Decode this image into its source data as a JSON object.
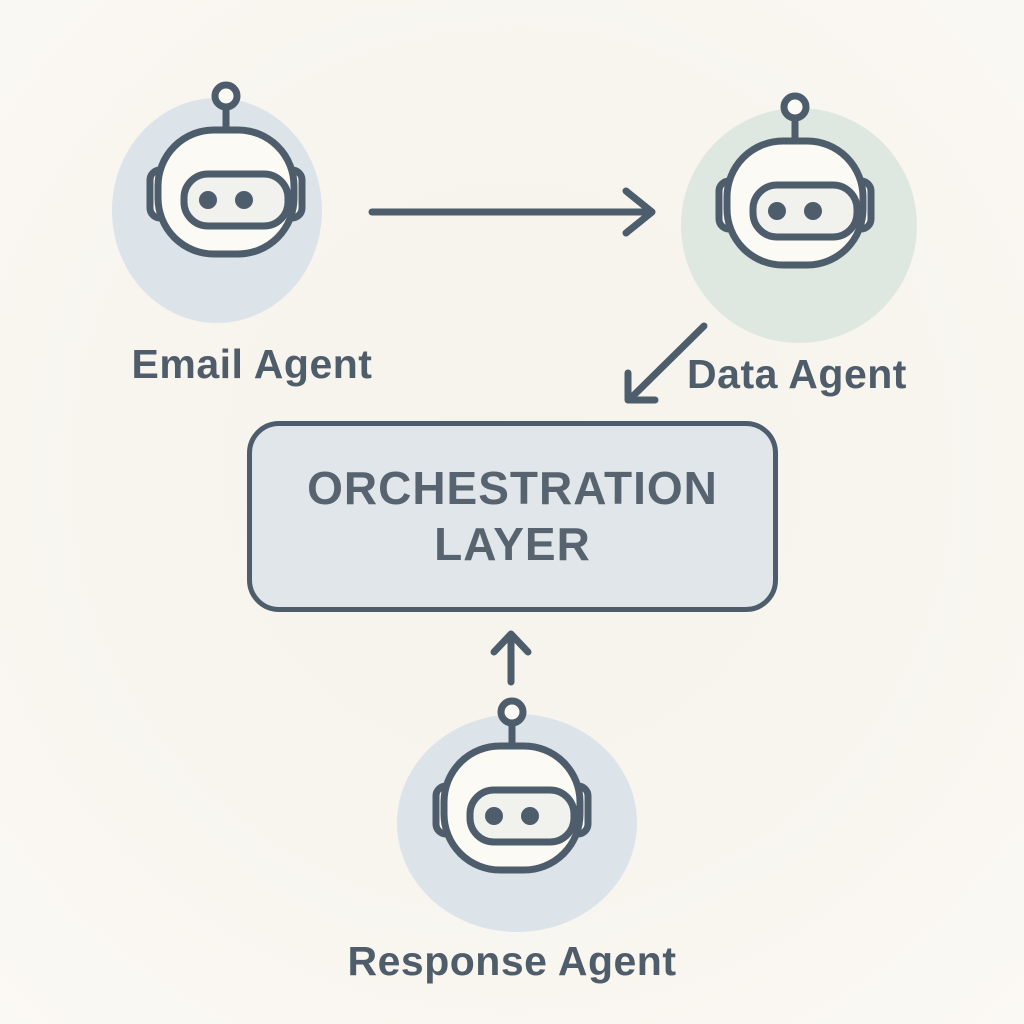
{
  "diagram": {
    "nodes": [
      {
        "id": "email-agent",
        "label": "Email Agent",
        "icon": "robot-icon",
        "circle_color": "#dce4ea"
      },
      {
        "id": "data-agent",
        "label": "Data Agent",
        "icon": "robot-icon",
        "circle_color": "#dfe8e0"
      },
      {
        "id": "response-agent",
        "label": "Response Agent",
        "icon": "robot-icon",
        "circle_color": "#dce4ea"
      }
    ],
    "hub": {
      "label": "ORCHESTRATION LAYER",
      "fill_color": "#e0e6ea",
      "border_color": "#4e5d6b"
    },
    "arrows": [
      {
        "from": "email-agent",
        "to": "data-agent",
        "direction": "right"
      },
      {
        "from": "data-agent",
        "to": "orchestration-layer",
        "direction": "down-left"
      },
      {
        "from": "response-agent",
        "to": "orchestration-layer",
        "direction": "up"
      }
    ],
    "colors": {
      "background": "#f8f5ef",
      "line": "#4e5d6b",
      "text": "#4f5d6b",
      "robot_face": "#fcfaf5",
      "robot_visor": "#f1f1ee"
    }
  }
}
